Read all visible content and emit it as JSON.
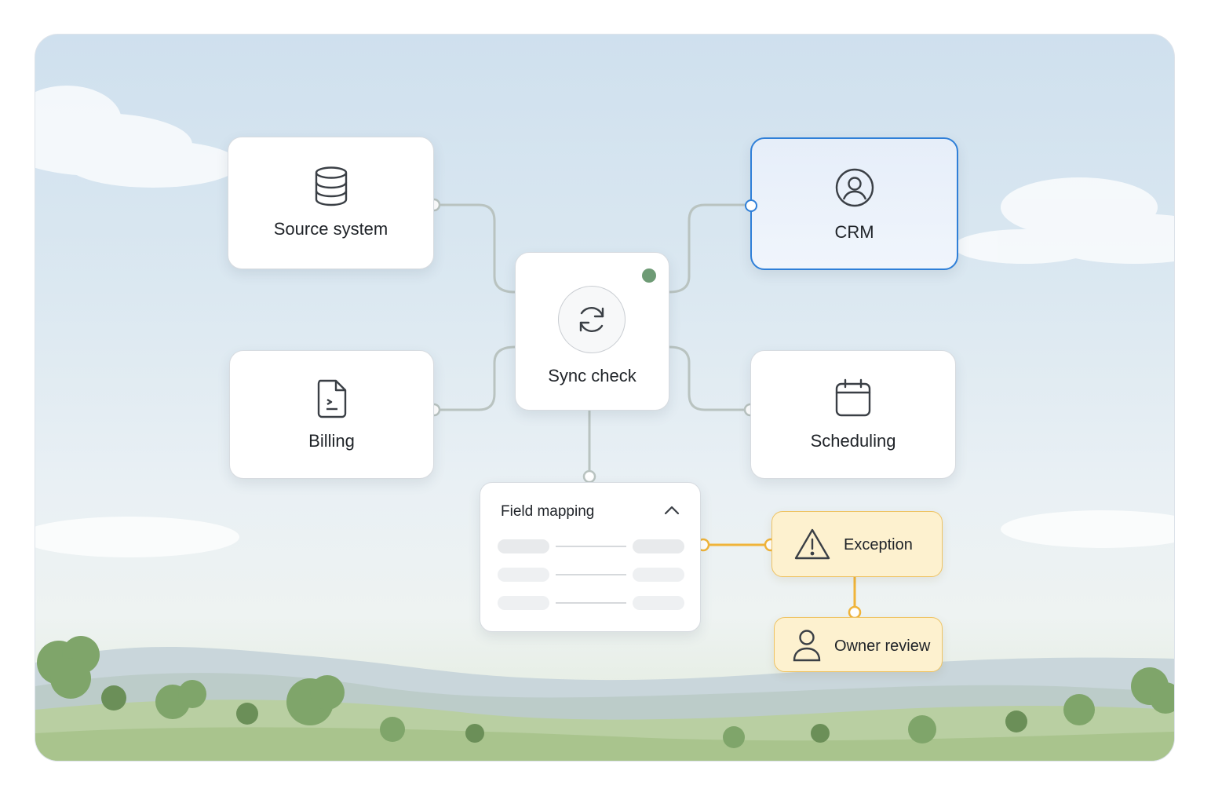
{
  "nodes": {
    "source": {
      "label": "Source system",
      "icon": "database-icon"
    },
    "crm": {
      "label": "CRM",
      "icon": "user-circle-icon"
    },
    "sync": {
      "label": "Sync check",
      "icon": "sync-icon",
      "status_color": "#6e9b75"
    },
    "billing": {
      "label": "Billing",
      "icon": "document-icon"
    },
    "scheduling": {
      "label": "Scheduling",
      "icon": "calendar-icon"
    }
  },
  "mapping": {
    "title": "Field mapping",
    "icon": "chevron-up-icon",
    "rows": 3
  },
  "alerts": {
    "exception": {
      "label": "Exception",
      "icon": "warning-icon"
    },
    "owner_review": {
      "label": "Owner review",
      "icon": "user-icon"
    }
  },
  "colors": {
    "connector": "#b9c3c0",
    "crm_accent": "#2f7fd8",
    "alert_accent": "#f0b43a",
    "alert_fill": "#fdf1cf"
  }
}
